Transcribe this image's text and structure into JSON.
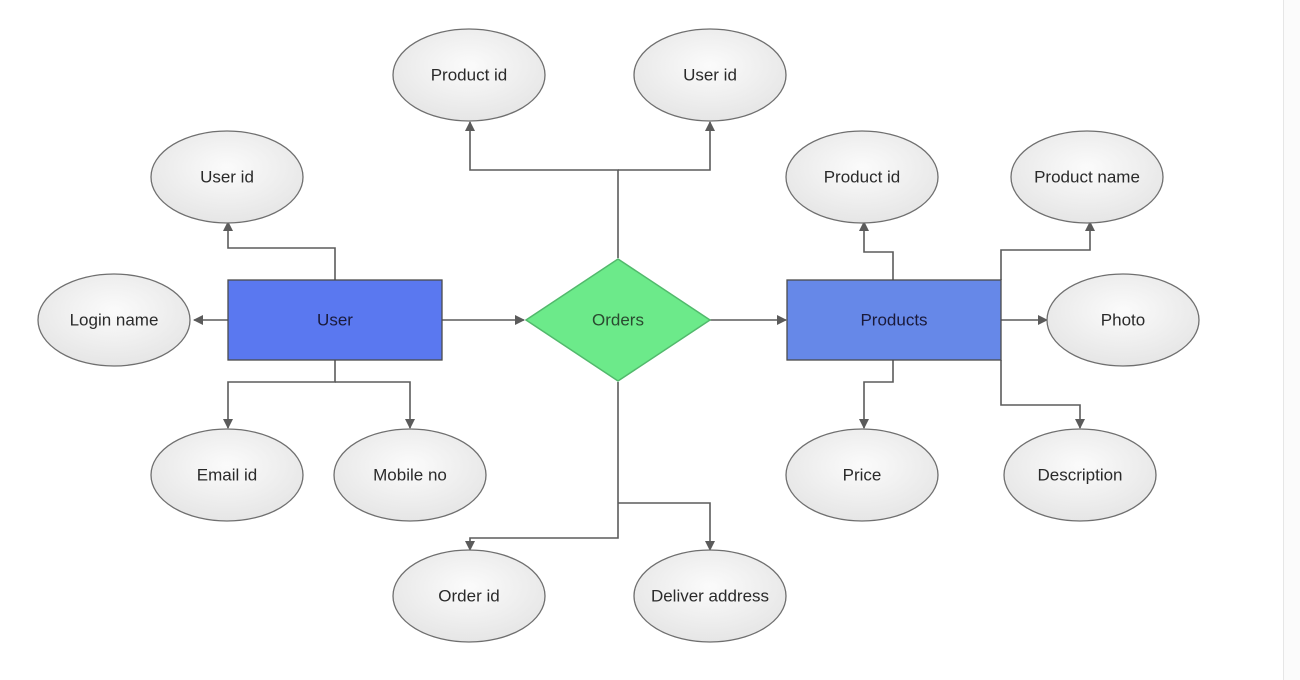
{
  "diagram": {
    "entities": {
      "user": "User",
      "products": "Products"
    },
    "relationship": {
      "orders": "Orders"
    },
    "attributes": {
      "order_product_id": "Product id",
      "order_user_id": "User id",
      "user_user_id": "User id",
      "user_login_name": "Login name",
      "user_email_id": "Email id",
      "user_mobile_no": "Mobile no",
      "order_order_id": "Order id",
      "order_deliver_address": "Deliver address",
      "product_product_id": "Product id",
      "product_product_name": "Product name",
      "product_photo": "Photo",
      "product_price": "Price",
      "product_description": "Description"
    },
    "colors": {
      "user_entity": "#5a78f0",
      "products_entity": "#6688e8",
      "orders_relationship": "#6cea8a",
      "attribute_fill": "#efefef",
      "connector": "#5b5b5b"
    }
  }
}
